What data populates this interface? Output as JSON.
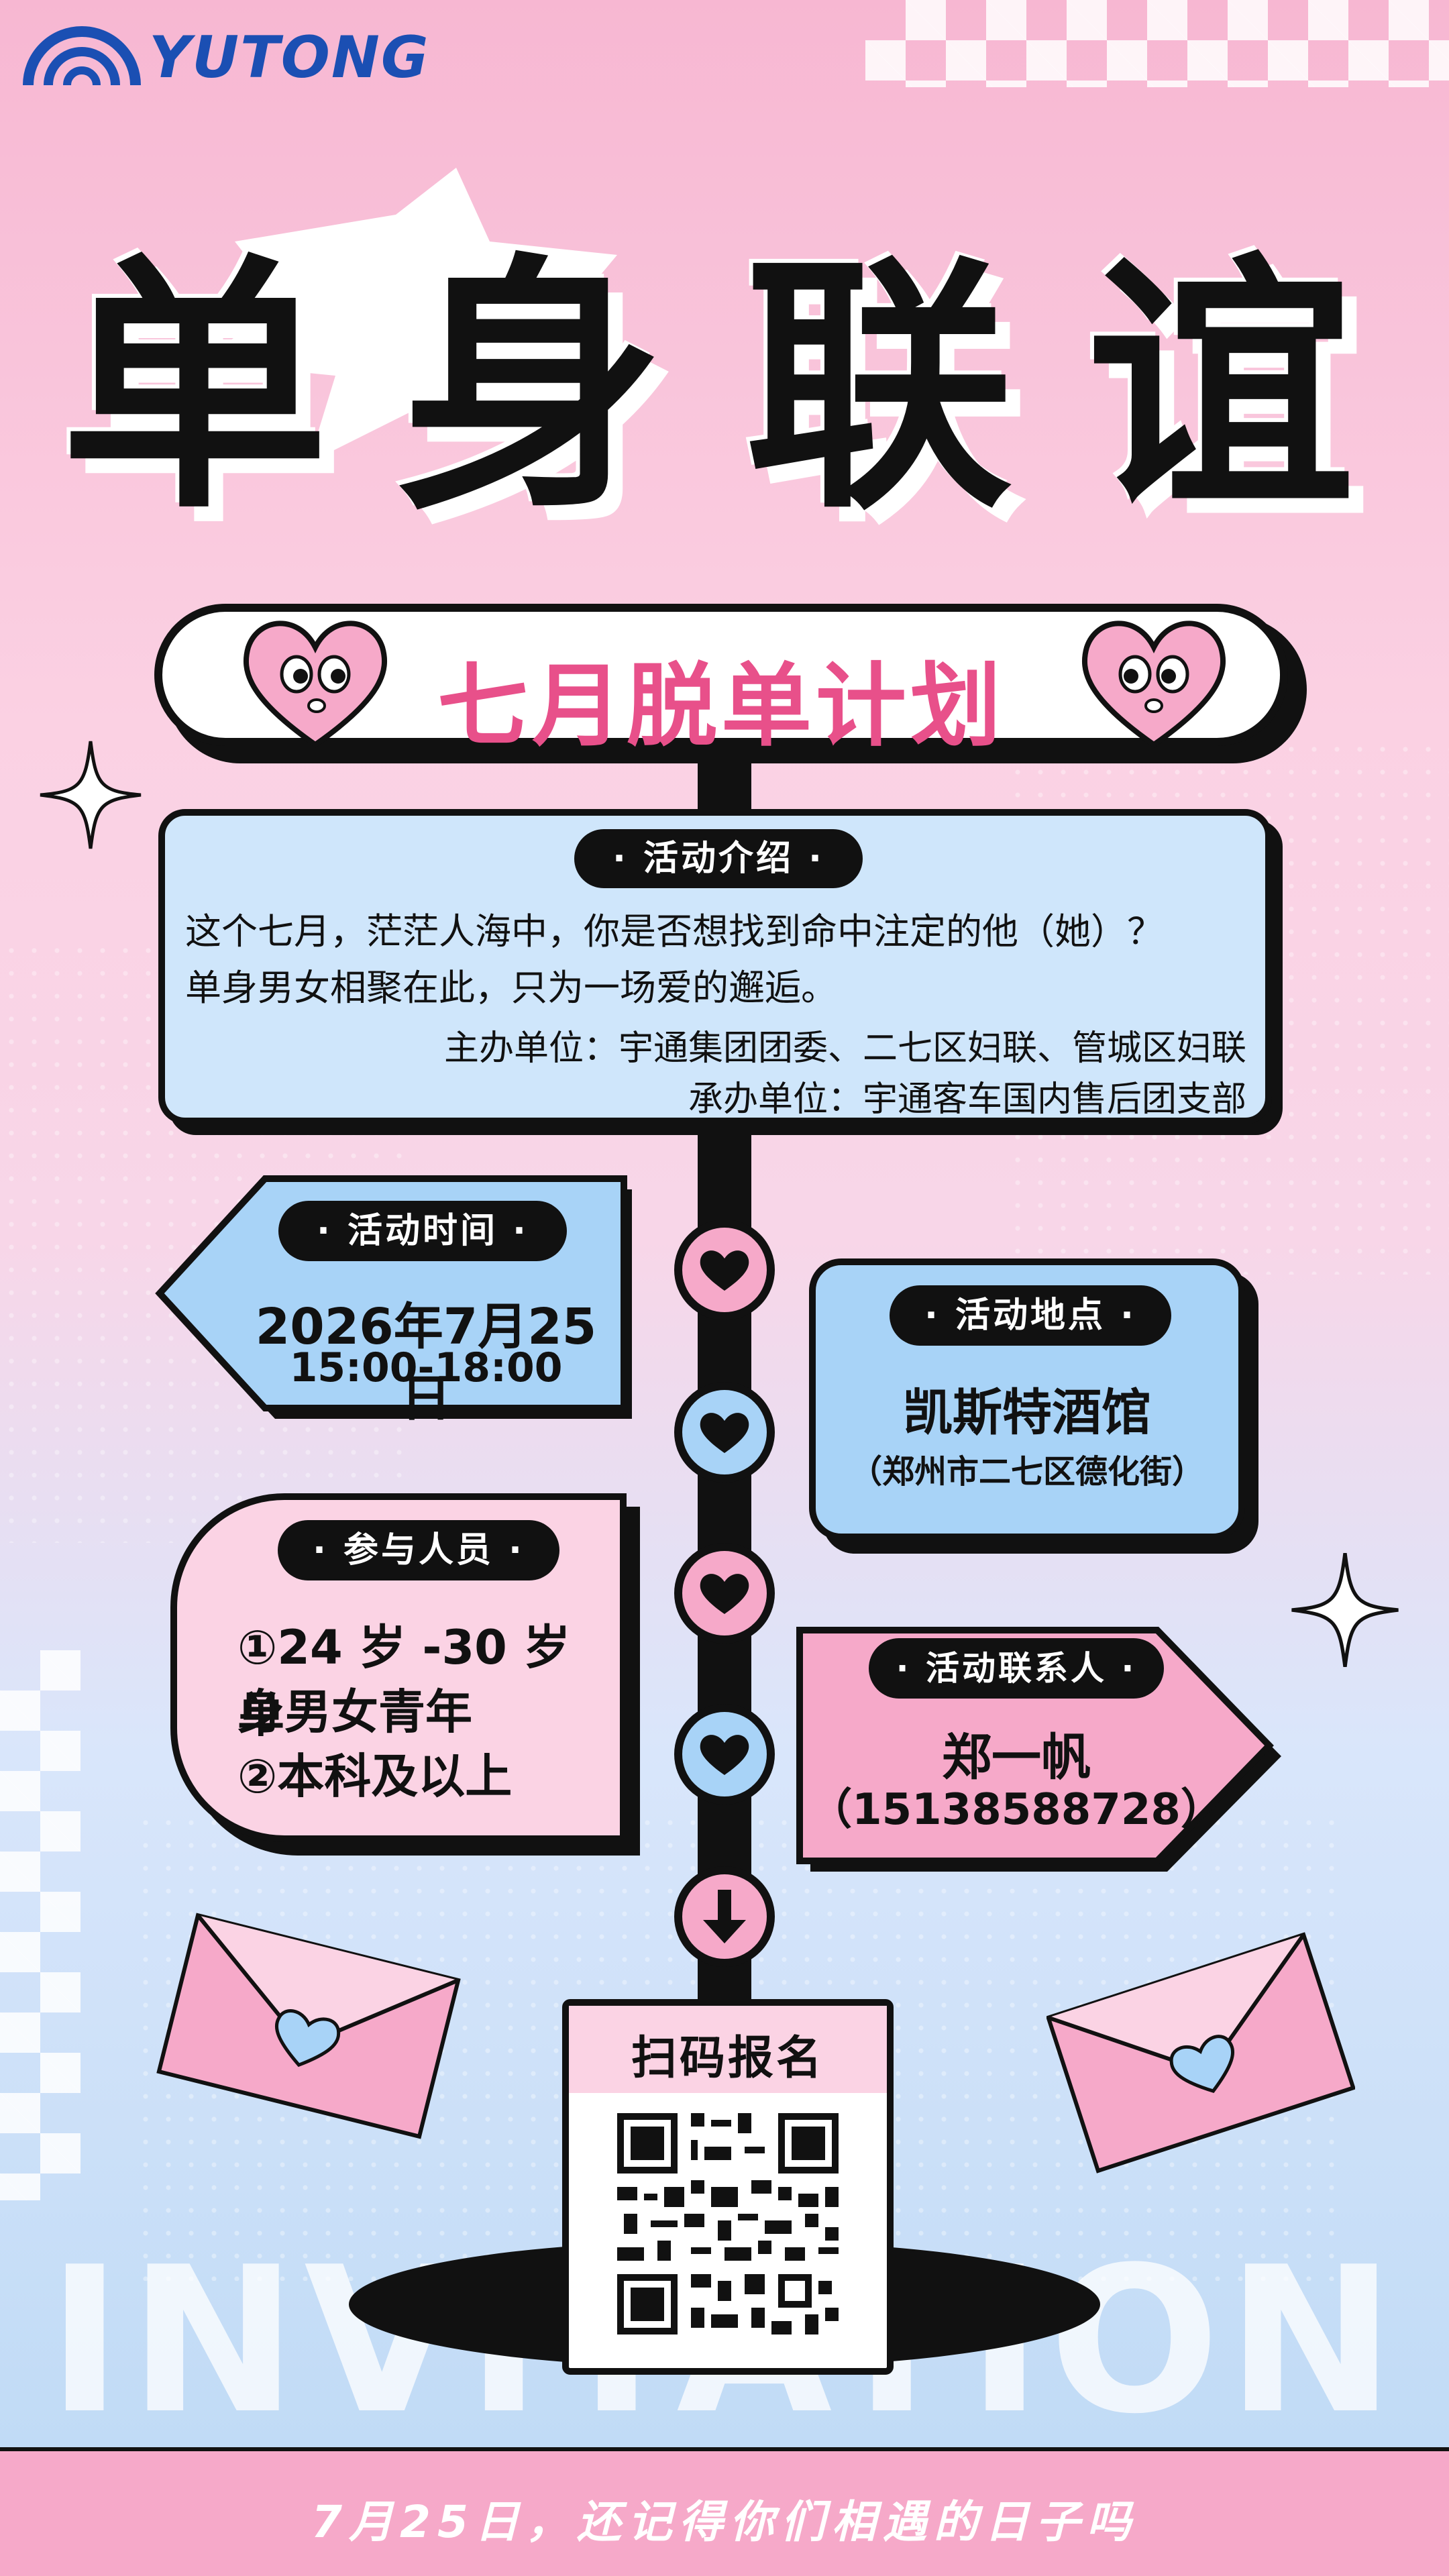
{
  "brand": {
    "logo_text": "YUTONG"
  },
  "title": {
    "chars": [
      "单",
      "身",
      "联",
      "谊"
    ]
  },
  "banner": {
    "text": "七月脱单计划"
  },
  "intro": {
    "tag": "· 活动介绍 ·",
    "line1": "这个七月，茫茫人海中，你是否想找到命中注定的他（她）？",
    "line2": "单身男女相聚在此，只为一场爱的邂逅。",
    "host": "主办单位：宇通集团团委、二七区妇联、管城区妇联",
    "organizer": "承办单位：宇通客车国内售后团支部"
  },
  "time": {
    "tag": "· 活动时间 ·",
    "date": "2026年7月25日",
    "hours": "15:00-18:00"
  },
  "location": {
    "tag": "· 活动地点 ·",
    "name": "凯斯特酒馆",
    "address": "（郑州市二七区德化街）"
  },
  "participants": {
    "tag": "· 参与人员 ·",
    "line1": "①24 岁 -30 岁 单",
    "line2": "身男女青年",
    "line3": "②本科及以上"
  },
  "contact": {
    "tag": "· 活动联系人 ·",
    "name": "郑一帆",
    "phone": "（15138588728）"
  },
  "qr": {
    "label": "扫码报名"
  },
  "watermark": "INVITATION",
  "footer": {
    "text": "7月25日，还记得你们相遇的日子吗"
  },
  "colors": {
    "pink": "#f6a9c9",
    "pink_light": "#fbd3e4",
    "blue": "#a8d3f7",
    "blue_light": "#cfe6fb",
    "ink": "#111111",
    "accent_text": "#e8508a",
    "logo_blue": "#1b4fb3"
  }
}
